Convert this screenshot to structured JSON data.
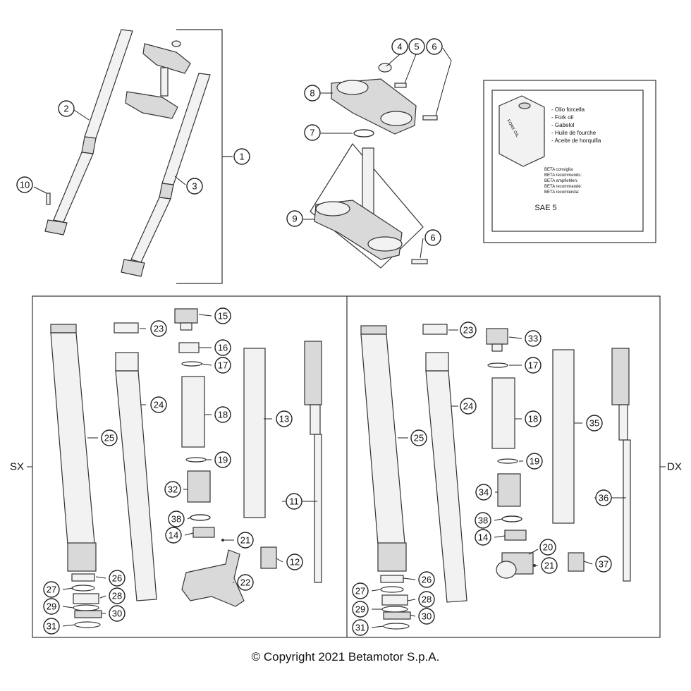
{
  "callouts": [
    "1",
    "2",
    "3",
    "4",
    "5",
    "6",
    "7",
    "8",
    "9",
    "10",
    "11",
    "12",
    "13",
    "14",
    "15",
    "16",
    "17",
    "18",
    "19",
    "20",
    "21",
    "22",
    "23",
    "24",
    "25",
    "26",
    "27",
    "28",
    "29",
    "30",
    "31",
    "32",
    "33",
    "34",
    "35",
    "36",
    "37",
    "38"
  ],
  "side_left": "SX",
  "side_right": "DX",
  "oil_box": {
    "can_label": "FORK OIL",
    "lines": [
      "- Olio forcella",
      "- Fork oil",
      "- Gabelol",
      "- Huile de fourche",
      "- Aceite de horquilla"
    ],
    "recommend": [
      "BETA consiglia:",
      "BETA recommends:",
      "BETA empfiehlen:",
      "BETA recommandé:",
      "BETA recomienda:"
    ],
    "grade": "SAE 5"
  },
  "copyright": "© Copyright 2021 Betamotor S.p.A."
}
